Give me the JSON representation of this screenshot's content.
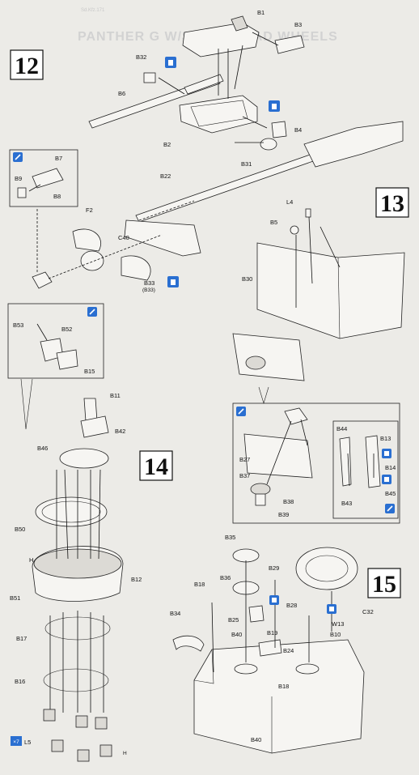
{
  "header": {
    "title": "PANTHER G W/STEEL ROAD WHEELS",
    "subtitle": "Sd.Kfz.171"
  },
  "steps": [
    "12",
    "13",
    "14",
    "15"
  ],
  "step12": {
    "labels": [
      "B1",
      "B3",
      "B32",
      "B6",
      "B2",
      "B4",
      "B31",
      "B7",
      "B9",
      "B8",
      "B22",
      "F2",
      "C40",
      "B33",
      "(B33)",
      "B5",
      "L4"
    ]
  },
  "step13": {
    "labels": [
      "B30",
      "B27",
      "B37",
      "B38",
      "B39",
      "B44",
      "B13",
      "B14",
      "B43",
      "B45"
    ]
  },
  "step14": {
    "labels": [
      "B53",
      "B52",
      "B15",
      "B11",
      "B42",
      "B46",
      "B50",
      "H",
      "B12",
      "B51",
      "B17",
      "B16",
      "L5"
    ],
    "multiplier": "×7",
    "ref": "H"
  },
  "step15": {
    "labels": [
      "B35",
      "B36",
      "B18",
      "B29",
      "B34",
      "B25",
      "B28",
      "C32",
      "W13",
      "B40",
      "B19",
      "B10",
      "B24",
      "B18",
      "B40"
    ]
  },
  "icons": {
    "cement": "cement-icon",
    "paint": "paint-icon",
    "brand_color": "#2a6fd1"
  }
}
